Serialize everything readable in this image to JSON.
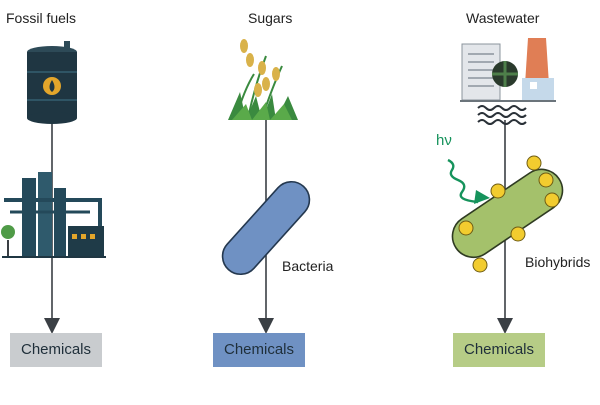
{
  "columns": [
    {
      "title": "Fossil fuels",
      "output": "Chemicals",
      "box_color": "#c9cccf"
    },
    {
      "title": "Sugars",
      "agent": "Bacteria",
      "output": "Chemicals",
      "box_color": "#6f91c3"
    },
    {
      "title": "Wastewater",
      "light": "hν",
      "agent": "Biohybrids",
      "output": "Chemicals",
      "box_color": "#b6cc86"
    }
  ],
  "colors": {
    "arrow": "#3a3f44",
    "barrel": "#1f3642",
    "refinery": "#24495a",
    "bacterium_blue": "#6f91c3",
    "bacterium_green": "#a4c16b",
    "nanoparticle": "#f2cc2f",
    "light_arrow": "#16935c",
    "plant_green": "#3a8a3f",
    "wheat": "#d9b24a"
  }
}
